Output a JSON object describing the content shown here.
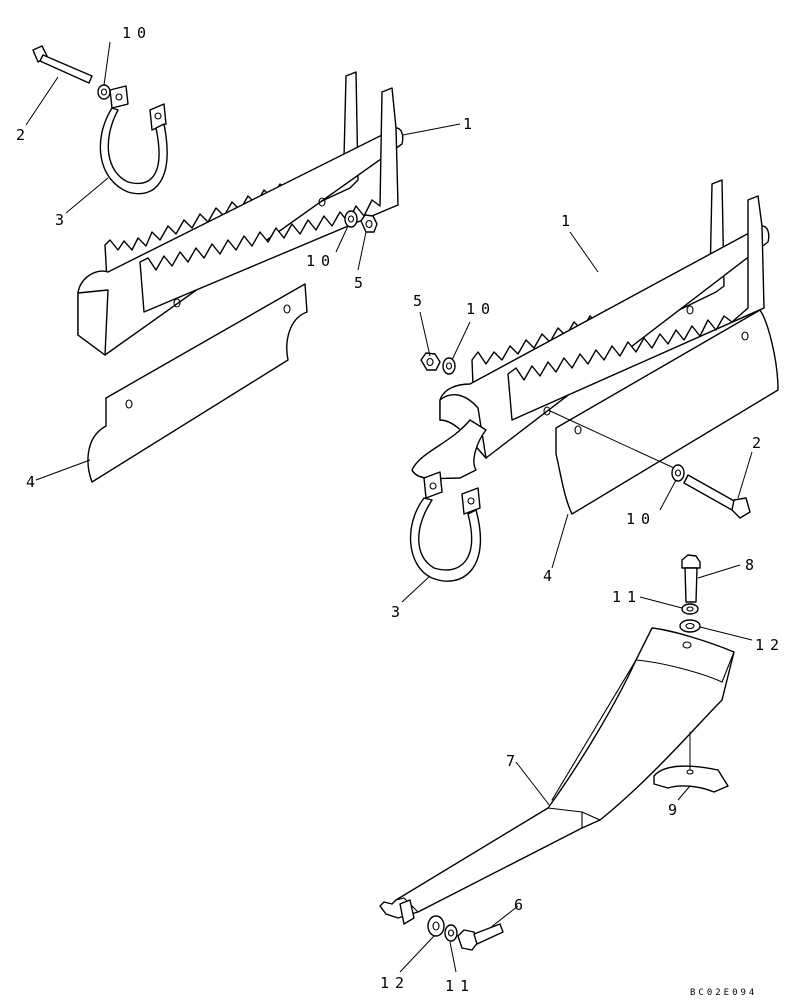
{
  "callouts": {
    "c1a": "1",
    "c1b": "1",
    "c2a": "2",
    "c2b": "2",
    "c3a": "3",
    "c3b": "3",
    "c4a": "4",
    "c4b": "4",
    "c5a": "5",
    "c5b": "5",
    "c6": "6",
    "c7": "7",
    "c8": "8",
    "c9": "9",
    "c10a": "10",
    "c10b": "10",
    "c10c": "10",
    "c10d": "10",
    "c11a": "11",
    "c11b": "11",
    "c12a": "12",
    "c12b": "12"
  },
  "drawing_code": "BC02E094"
}
